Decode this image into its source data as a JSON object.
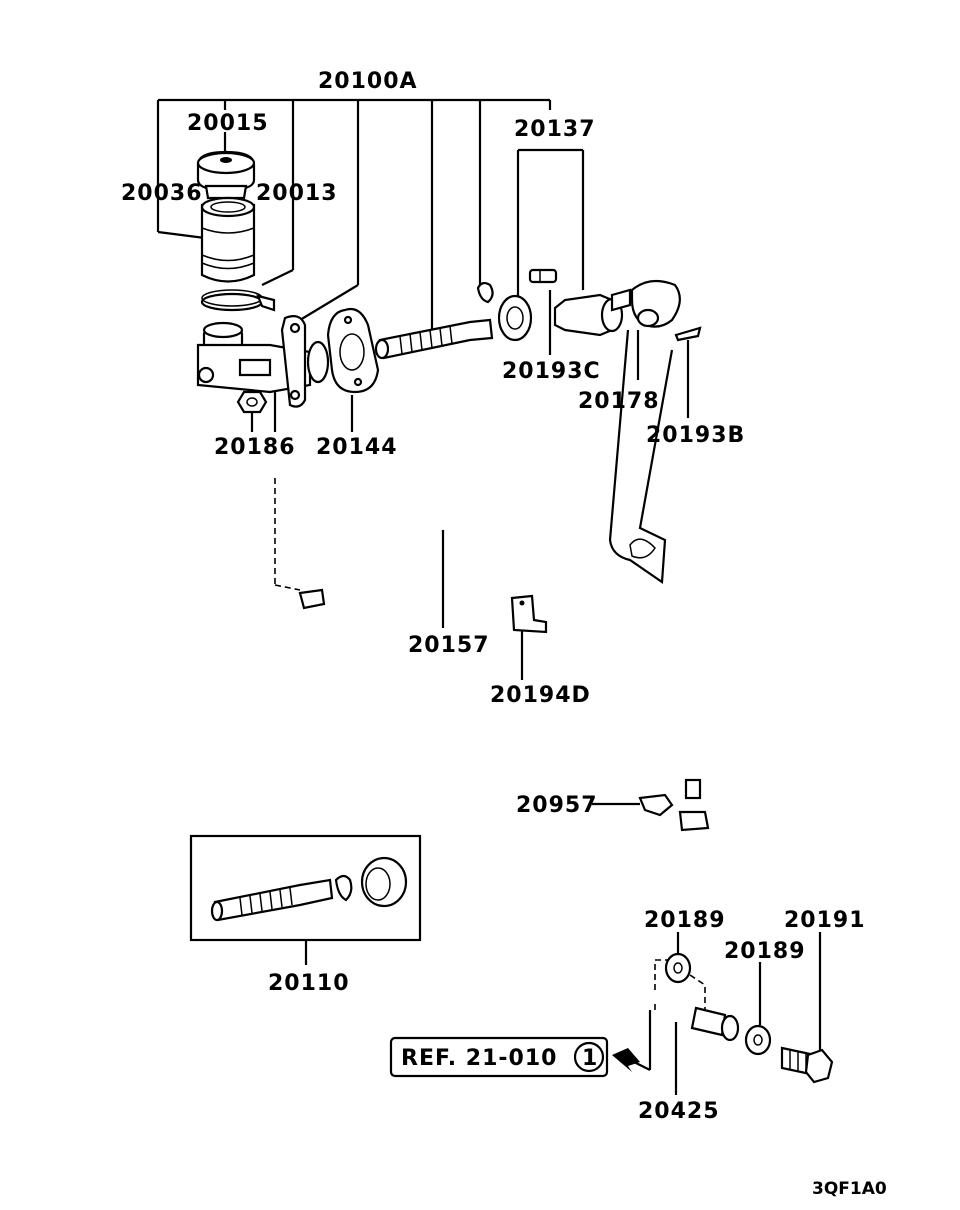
{
  "parts": {
    "p20100A": "20100A",
    "p20015": "20015",
    "p20036": "20036",
    "p20013": "20013",
    "p20137": "20137",
    "p20193C": "20193C",
    "p20178": "20178",
    "p20193B": "20193B",
    "p20186": "20186",
    "p20144": "20144",
    "p20157": "20157",
    "p20194D": "20194D",
    "p20957": "20957",
    "p20110": "20110",
    "p20189a": "20189",
    "p20189b": "20189",
    "p20191": "20191",
    "p20425": "20425"
  },
  "reference": {
    "text": "REF. 21-010",
    "circle_number": "1"
  },
  "diagram_code": "3QF1A0"
}
